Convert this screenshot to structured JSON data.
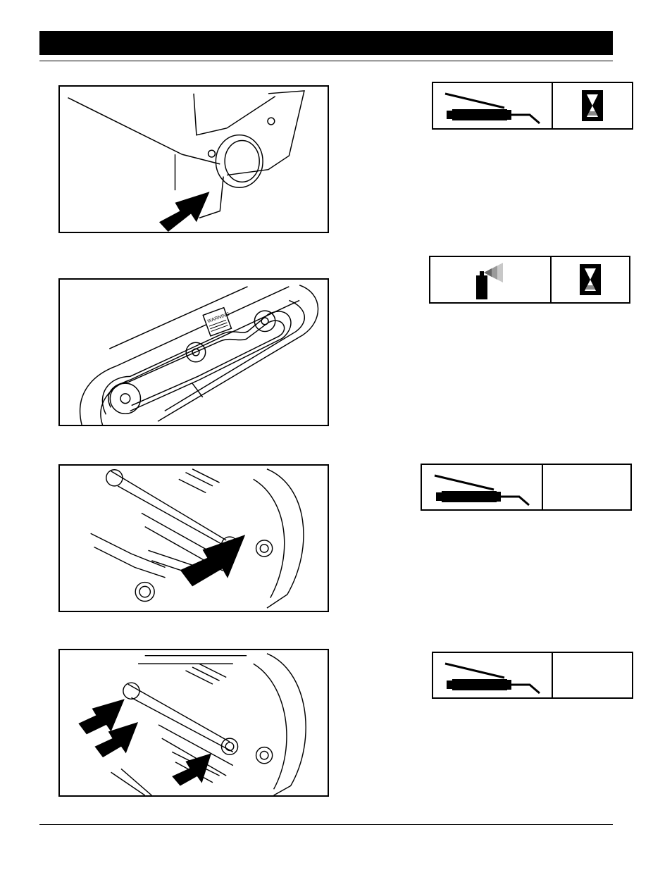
{
  "page": {
    "header_bar": "",
    "footer_text": ""
  },
  "figures": [
    {
      "name": "figure-1",
      "icons": [
        "grease-gun-icon",
        "hourglass-icon"
      ]
    },
    {
      "name": "figure-2",
      "icons": [
        "spray-can-icon",
        "hourglass-icon"
      ]
    },
    {
      "name": "figure-3",
      "icons": [
        "grease-gun-icon",
        "blank"
      ]
    },
    {
      "name": "figure-4",
      "icons": [
        "grease-gun-icon",
        "blank"
      ]
    }
  ],
  "labels": {
    "warning_decal": "WARNING"
  },
  "colors": {
    "ink": "#000000",
    "paper": "#ffffff",
    "spray_gray": "#9a9a9a"
  }
}
